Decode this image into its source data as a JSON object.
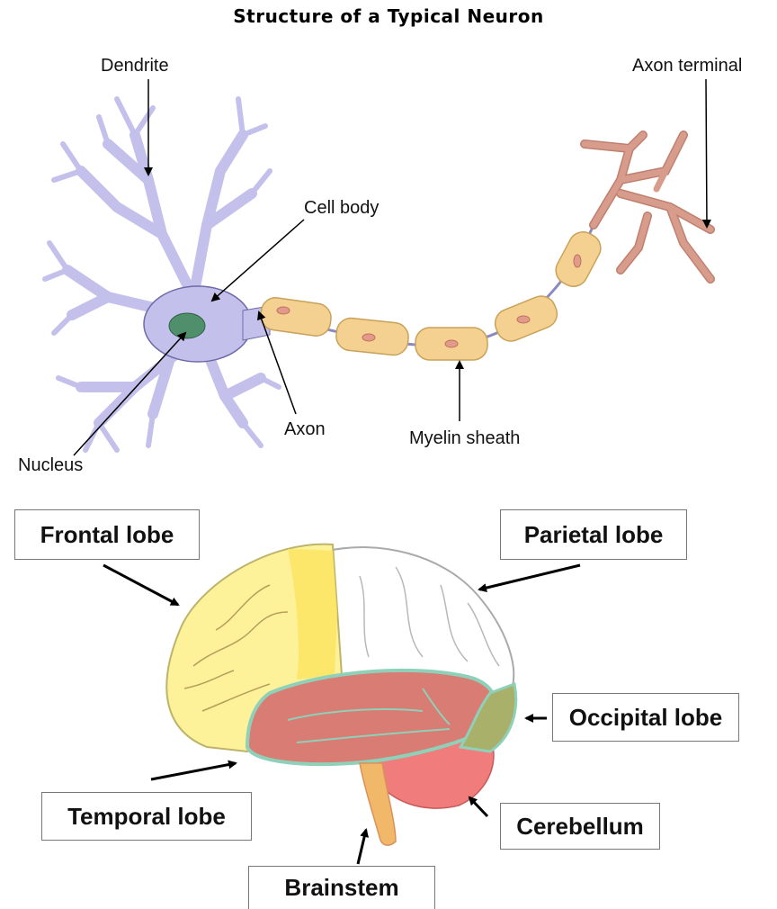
{
  "title": "Structure of a Typical Neuron",
  "neuron_labels": {
    "dendrite": "Dendrite",
    "axon_terminal": "Axon terminal",
    "cell_body": "Cell body",
    "axon": "Axon",
    "myelin_sheath": "Myelin sheath",
    "nucleus": "Nucleus"
  },
  "brain_labels": {
    "frontal": "Frontal lobe",
    "parietal": "Parietal lobe",
    "occipital": "Occipital lobe",
    "temporal": "Temporal lobe",
    "cerebellum": "Cerebellum",
    "brainstem": "Brainstem"
  },
  "colors": {
    "neuron_body": "#c3c1ec",
    "neuron_outline": "#6d6aa8",
    "nucleus": "#4f8f6c",
    "myelin": "#f4d191",
    "myelin_outline": "#c9a25a",
    "axon_terminal": "#d89c8c",
    "frontal": "#fdf19a",
    "frontal_highlight": "#fbe55e",
    "parietal": "#ffffff",
    "temporal": "#d87c74",
    "cerebellum": "#f07c7c",
    "occipital": "#a8b06a",
    "brainstem": "#f2b86a",
    "boundary": "#8fd0b8"
  }
}
